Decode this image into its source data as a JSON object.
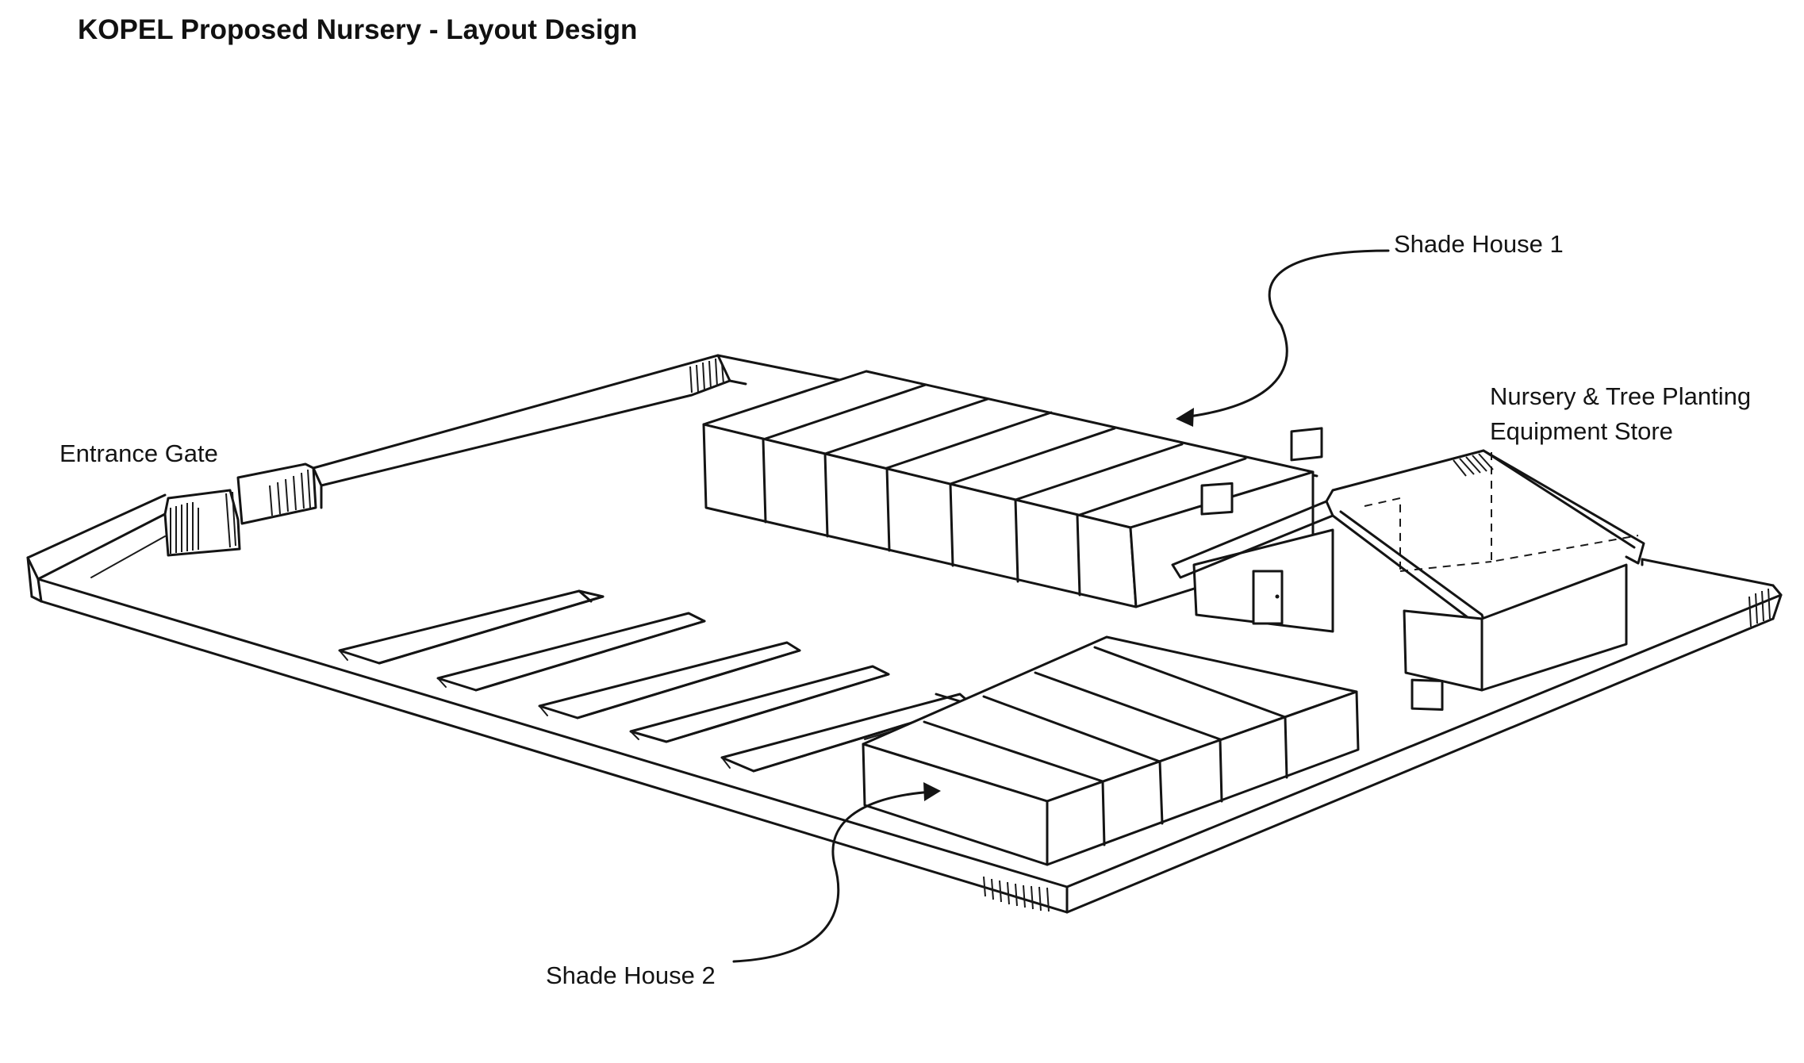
{
  "title": "KOPEL Proposed Nursery - Layout Design",
  "labels": {
    "entrance_gate": "Entrance Gate",
    "shade_house_1": "Shade House 1",
    "store_line1": "Nursery & Tree Planting",
    "store_line2": "Equipment Store",
    "shade_house_2": "Shade House 2"
  },
  "colors": {
    "ink": "#141414",
    "background": "#ffffff"
  }
}
